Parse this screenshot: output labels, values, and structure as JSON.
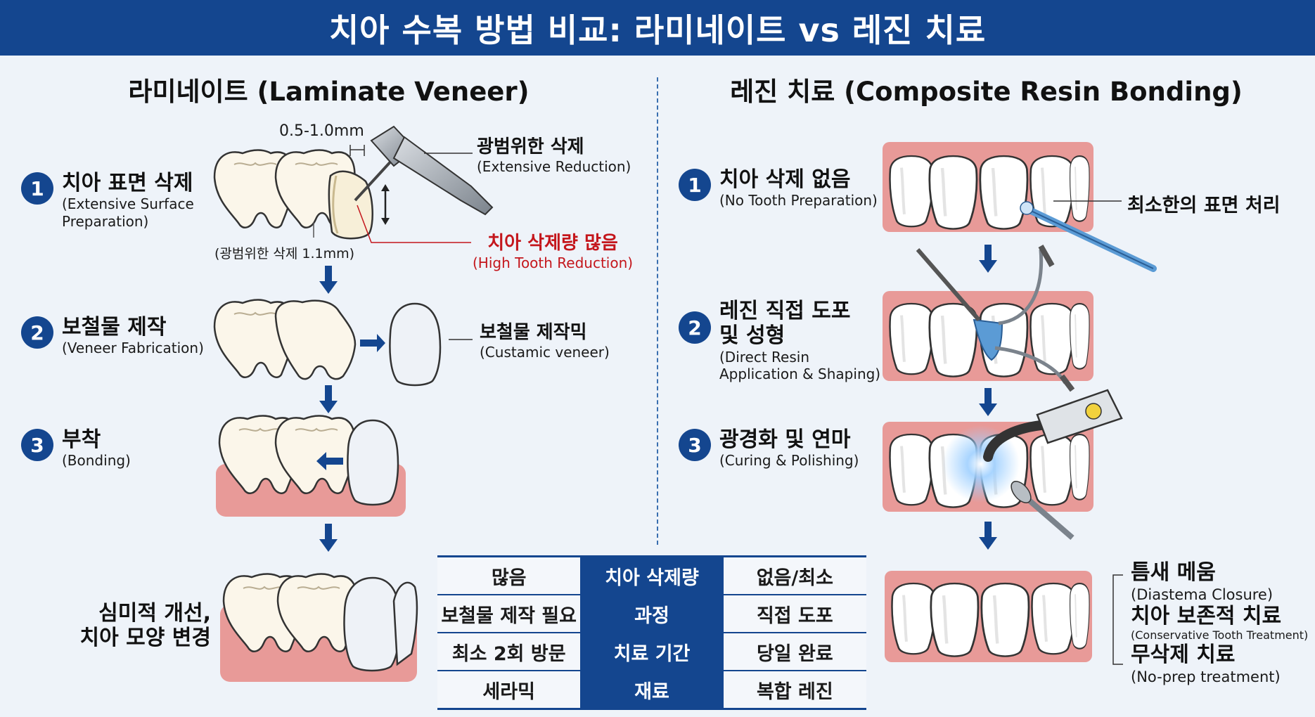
{
  "header": {
    "title": "치아 수복 방법 비교: 라미네이트 vs 레진 치료"
  },
  "laminate": {
    "title": "라미네이트 (Laminate Veneer)",
    "measure": "0.5-1.0mm",
    "reduction_label_ko": "광범위한 삭제",
    "reduction_label_en": "(Extensive Reduction)",
    "warning_ko": "치아 삭제량 많음",
    "warning_en": "(High Tooth Reduction)",
    "cut_note": "(광범위한 삭제 1.1mm)",
    "steps": [
      {
        "num": "1",
        "ko": "치아 표면 삭제",
        "en": "(Extensive Surface Preparation)"
      },
      {
        "num": "2",
        "ko": "보철물 제작",
        "en": "(Veneer Fabrication)"
      },
      {
        "num": "3",
        "ko": "부착",
        "en": "(Bonding)"
      }
    ],
    "veneer_label_ko": "보철물 제작믹",
    "veneer_label_en": "(Custamic veneer)",
    "outcome": "심미적 개선,\n치아 모양 변경"
  },
  "resin": {
    "title": "레진 치료 (Composite Resin Bonding)",
    "steps": [
      {
        "num": "1",
        "ko": "치아 삭제 없음",
        "en": "(No Tooth Preparation)"
      },
      {
        "num": "2",
        "ko": "레진 직접 도포\n및 성형",
        "en": "(Direct Resin\nApplication & Shaping)"
      },
      {
        "num": "3",
        "ko": "광경화 및 연마",
        "en": "(Curing & Polishing)"
      }
    ],
    "surface_label": "최소한의 표면 처리",
    "outcomes": [
      {
        "ko": "틈새 메움",
        "en": "(Diastema Closure)"
      },
      {
        "ko": "치아 보존적 치료",
        "en": "(Conservative Tooth Treatment)"
      },
      {
        "ko": "무삭제 치료",
        "en": "(No-prep treatment)"
      }
    ]
  },
  "comparison": {
    "rows": [
      {
        "left": "많음",
        "middle": "치아 삭제량",
        "right": "없음/최소"
      },
      {
        "left": "보철물 제작 필요",
        "middle": "과정",
        "right": "직접 도포"
      },
      {
        "left": "최소 2회 방문",
        "middle": "치료 기간",
        "right": "당일 완료"
      },
      {
        "left": "세라믹",
        "middle": "재료",
        "right": "복합 레진"
      }
    ]
  },
  "colors": {
    "header": "#14468f",
    "warning": "#c4161c",
    "gum": "#e89a98",
    "resin": "#5b9bd5"
  }
}
